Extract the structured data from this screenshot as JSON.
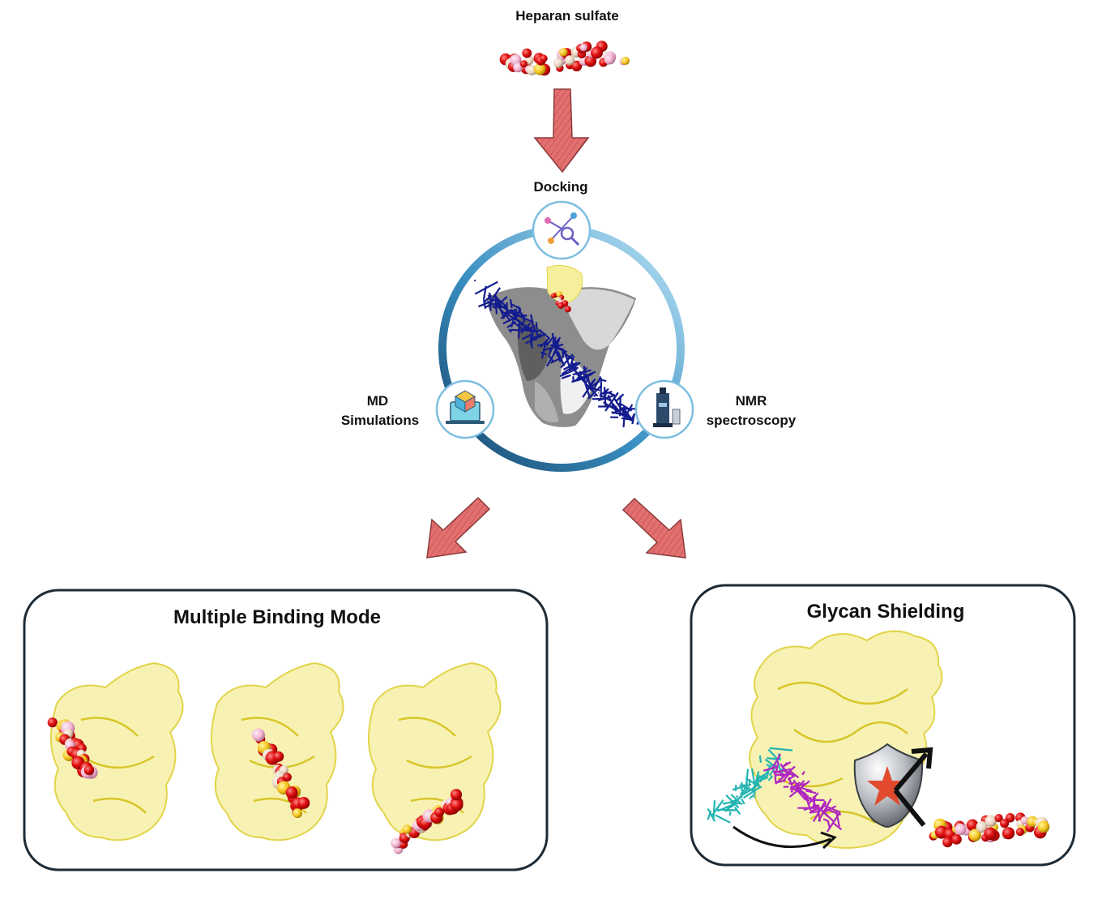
{
  "top": {
    "title": "Heparan sulfate"
  },
  "cycle": {
    "docking": "Docking",
    "md_line1": "MD",
    "md_line2": "Simulations",
    "nmr_line1": "NMR",
    "nmr_line2": "spectroscopy"
  },
  "panels": {
    "left_title": "Multiple Binding Mode",
    "right_title": "Glycan Shielding"
  },
  "colors": {
    "arrow_fill": "#e06b6b",
    "ring_light": "#a8dcf2",
    "ring_dark": "#1e5b87",
    "panel_border": "#1d2b36",
    "protein_fill": "#f6f0a6",
    "protein_edge": "#e2d44a",
    "sulfate_red": "#e11010",
    "sugar_pink": "#f0b2cf",
    "glycan_blue": "#141c8e",
    "glycan_cyan": "#25b5b2",
    "glycan_magenta": "#b025c0"
  }
}
